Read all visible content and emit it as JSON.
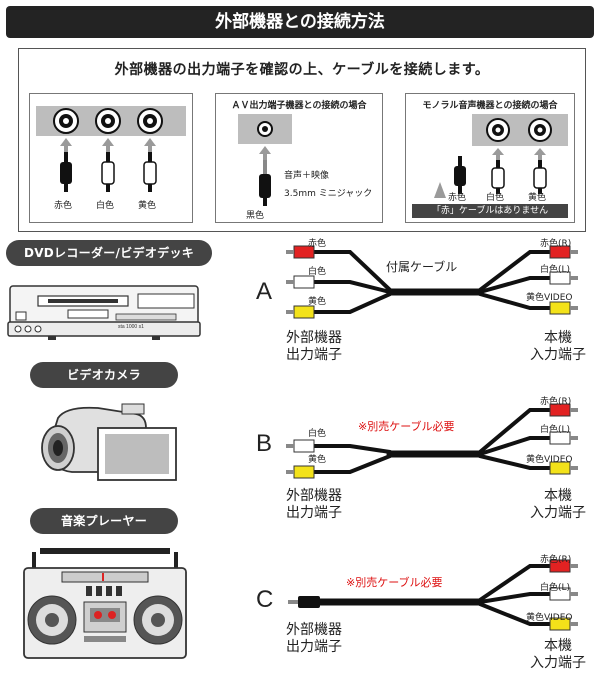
{
  "title": "外部機器との接続方法",
  "intro": "外部機器の出力端子を確認の上、ケーブルを接続します。",
  "panels": {
    "rca": {
      "labels": [
        "赤色",
        "白色",
        "黄色"
      ]
    },
    "av": {
      "title": "ＡＶ出力端子機器との接続の場合",
      "label1": "音声＋映像",
      "label2": "3.5mm ミニジャック",
      "plug": "黒色"
    },
    "mono": {
      "title": "モノラル音声機器との接続の場合",
      "labels": [
        "赤色",
        "白色",
        "黄色"
      ],
      "note": "「赤」ケーブルはありません"
    }
  },
  "devices": [
    {
      "label": "DVDレコーダー/ビデオデッキ"
    },
    {
      "label": "ビデオカメラ"
    },
    {
      "label": "音楽プレーヤー"
    }
  ],
  "device_screen_text": "sta 1000 s1",
  "cables": {
    "A": {
      "letter": "A",
      "caption": "付属ケーブル",
      "left_labels": [
        "赤色",
        "白色",
        "黄色"
      ],
      "right_labels": [
        "赤色(R)",
        "白色(L)",
        "黄色VIDEO"
      ],
      "left_term": [
        "外部機器",
        "出力端子"
      ],
      "right_term": [
        "本機",
        "入力端子"
      ]
    },
    "B": {
      "letter": "B",
      "caption": "※別売ケーブル必要",
      "left_labels": [
        "白色",
        "黄色"
      ],
      "right_labels": [
        "赤色(R)",
        "白色(L)",
        "黄色VIDEO"
      ],
      "left_term": [
        "外部機器",
        "出力端子"
      ],
      "right_term": [
        "本機",
        "入力端子"
      ]
    },
    "C": {
      "letter": "C",
      "caption": "※別売ケーブル必要",
      "right_labels": [
        "赤色(R)",
        "白色(L)",
        "黄色VIDEO"
      ],
      "left_term": [
        "外部機器",
        "出力端子"
      ],
      "right_term": [
        "本機",
        "入力端子"
      ]
    }
  },
  "colors": {
    "red": "#e22222",
    "white": "#ffffff",
    "yellow": "#f3e21a",
    "black": "#111111",
    "grey": "#b8b8b8"
  }
}
